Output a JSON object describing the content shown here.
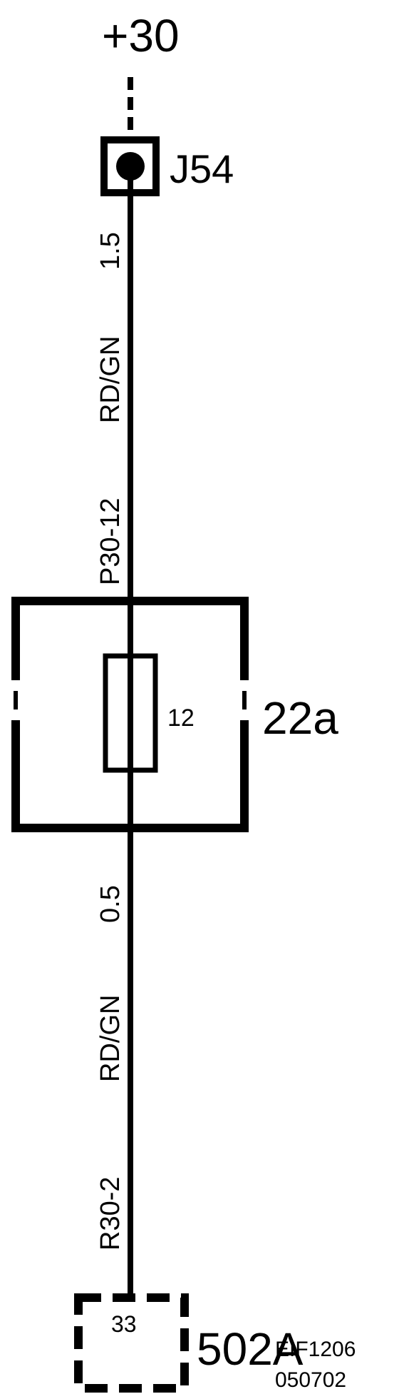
{
  "supply": {
    "label": "+30"
  },
  "connector_j54": {
    "label": "J54"
  },
  "wire_upper": {
    "size": "1.5",
    "color": "RD/GN",
    "circuit": "P30-12"
  },
  "fuse_box": {
    "label": "22a",
    "fuse_number": "12"
  },
  "wire_lower": {
    "size": "0.5",
    "color": "RD/GN",
    "circuit": "R30-2"
  },
  "connector_502a": {
    "label": "502A",
    "pin": "33"
  },
  "drawing_code": {
    "line1": "EIF1206",
    "line2": "050702"
  }
}
